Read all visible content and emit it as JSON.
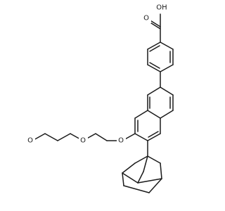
{
  "structure": {
    "atoms": {
      "O_carbonyl": "O",
      "OH_acid": "OH",
      "O_methoxy": "O",
      "O_ether2": "O",
      "O_aryl": "O"
    }
  }
}
